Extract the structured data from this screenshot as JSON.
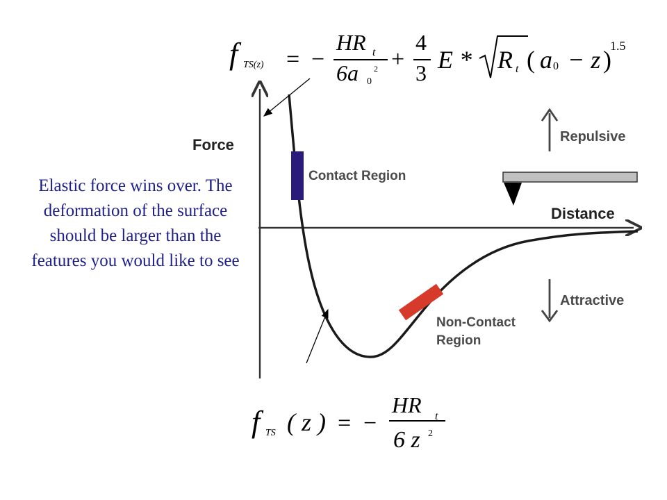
{
  "formula_top": {
    "f": "f",
    "f_sub": "TS(z)",
    "equals": "=",
    "minus": "−",
    "frac1_num": "HR",
    "frac1_num_sub": "t",
    "frac1_den": "6a",
    "frac1_den_sub": "0",
    "frac1_den_sup": "2",
    "plus": "+",
    "frac2_num": "4",
    "frac2_den": "3",
    "E_star": "E *",
    "radicand": "R",
    "radicand_sub": "t",
    "paren_open": "(",
    "a": "a",
    "a_sub": "0",
    "minus_z": "− z",
    "paren_close": ")",
    "exponent": "1.5"
  },
  "formula_bottom": {
    "f": "f",
    "f_sub": "TS",
    "arg": "( z )",
    "equals": "=",
    "minus": "−",
    "frac_num": "HR",
    "frac_num_sub": "t",
    "frac_den": "6 z",
    "frac_den_sup": "2"
  },
  "labels": {
    "force": "Force",
    "distance": "Distance",
    "repulsive": "Repulsive",
    "attractive": "Attractive",
    "contact_region": "Contact Region",
    "non_contact_line1": "Non-Contact",
    "non_contact_line2": "Region"
  },
  "note": "Elastic force wins over. The deformation of the surface should be larger than the features you would like to see",
  "colors": {
    "curve": "#1a1a1a",
    "contact_region": "#2a1a7a",
    "non_contact_region": "#d63a2a",
    "note_text": "#1f1f8c",
    "axis": "#333333",
    "cantilever": "#c0c0c0"
  }
}
